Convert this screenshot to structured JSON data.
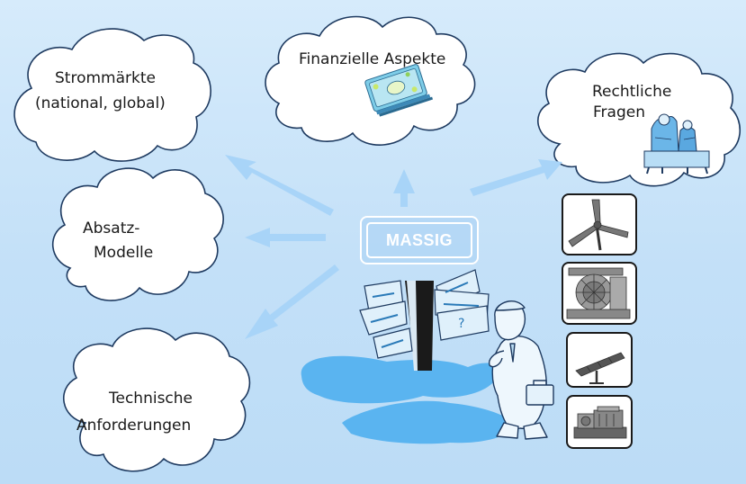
{
  "diagram": {
    "center": {
      "label": "MASSIG"
    },
    "topics": {
      "stromMaerkte": {
        "line1": "Strommärkte",
        "line2": "(national, global)"
      },
      "finanzielle": {
        "line1": "Finanzielle Aspekte"
      },
      "rechtliche": {
        "line1": "Rechtliche",
        "line2": "Fragen"
      },
      "absatz": {
        "line1": "Absatz-",
        "line2": "Modelle"
      },
      "technische": {
        "line1": "Technische",
        "line2": "Anforderungen"
      }
    },
    "energy_sources": [
      "wind-turbine",
      "water-wheel",
      "solar-panel",
      "engine-generator"
    ]
  },
  "colors": {
    "background": "#c8e4f8",
    "arrow": "#a8d4f8",
    "cloud_fill": "#ffffff",
    "cloud_stroke": "#1e3a60",
    "signpost_blob": "#58b4f0"
  }
}
